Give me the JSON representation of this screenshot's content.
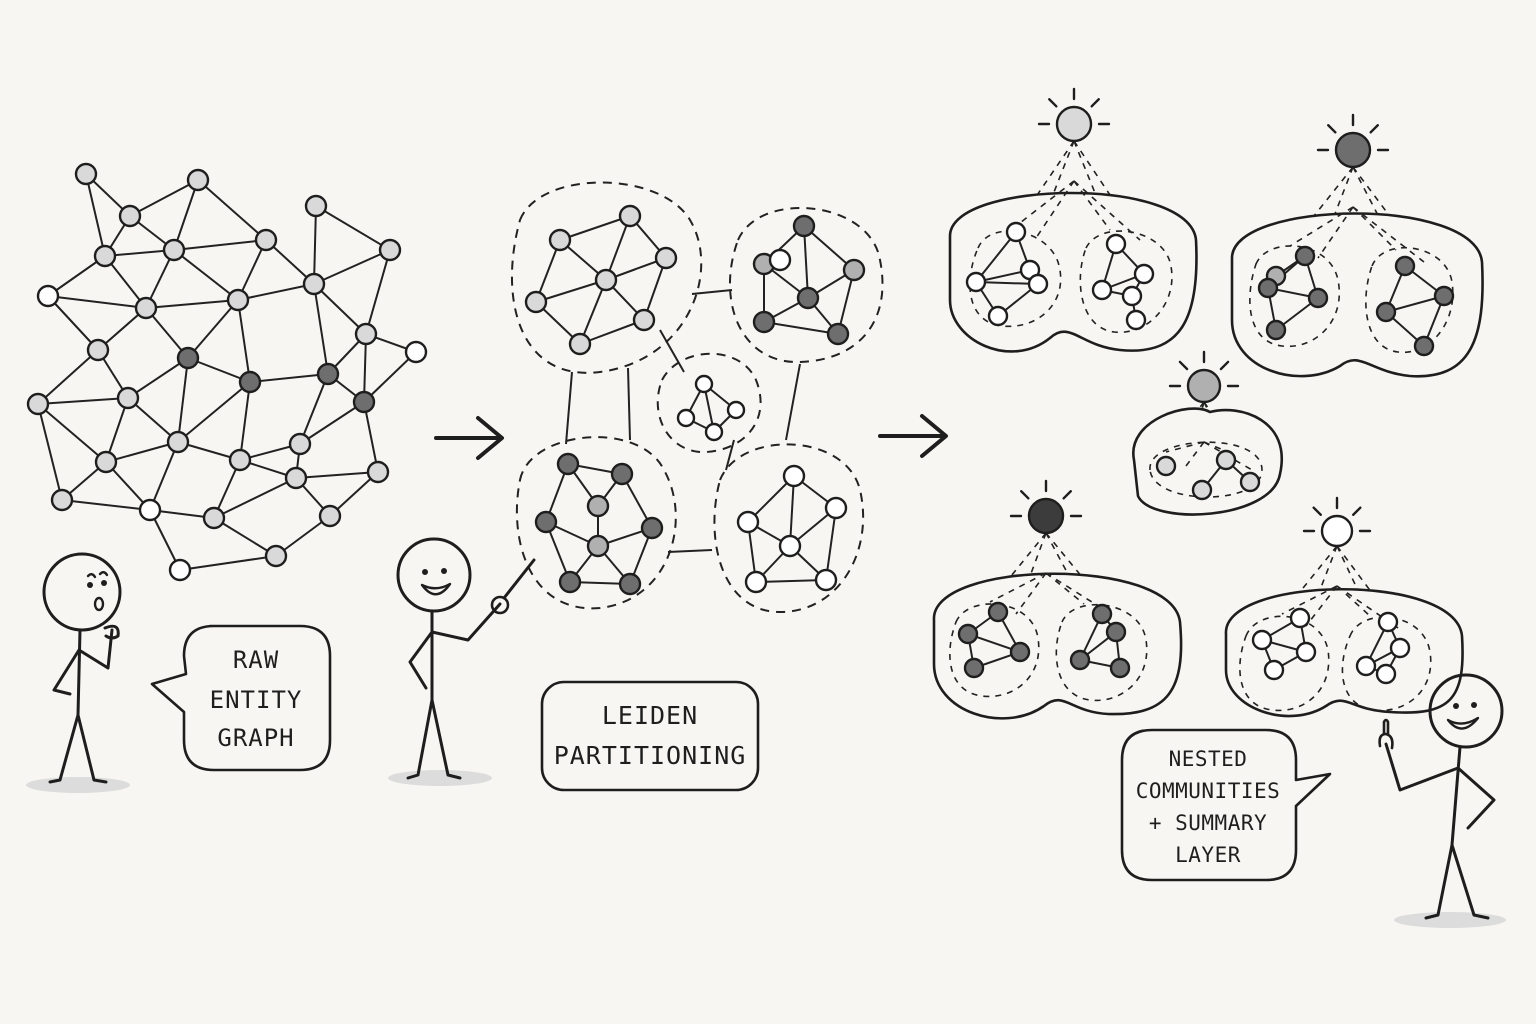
{
  "panels": {
    "raw": {
      "lines": [
        "RAW",
        "ENTITY",
        "GRAPH"
      ]
    },
    "leiden": {
      "lines": [
        "LEIDEN",
        "PARTITIONING"
      ]
    },
    "nested": {
      "lines": [
        "NESTED",
        "COMMUNITIES",
        "+ SUMMARY",
        "LAYER"
      ]
    }
  },
  "icons": {
    "arrows": [
      "arrow-right-icon",
      "arrow-right-icon"
    ],
    "figures": [
      "thinking-stick-figure",
      "pointing-stick-figure",
      "explaining-stick-figure"
    ],
    "summary_nodes": [
      "summary-node-light",
      "summary-node-dark",
      "summary-node-mid",
      "summary-node-black",
      "summary-node-white"
    ]
  },
  "colors": {
    "background": "#f7f6f2",
    "ink": "#1e1e1e",
    "node_white": "#ffffff",
    "node_light": "#d9d9d9",
    "node_mid": "#b0b0b0",
    "node_dark": "#6e6e6e",
    "node_black": "#3c3c3c"
  }
}
